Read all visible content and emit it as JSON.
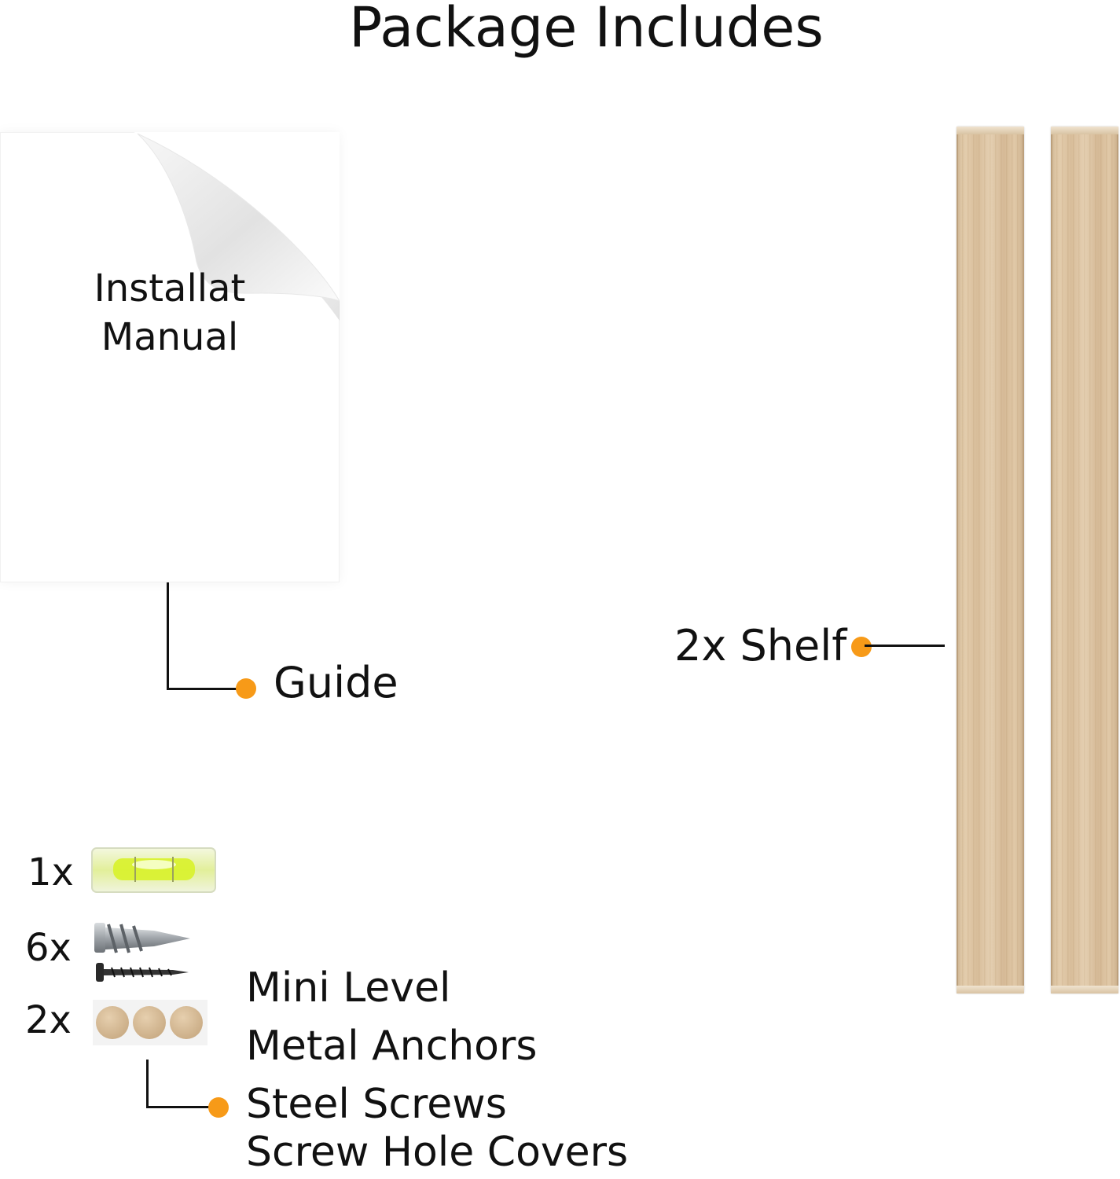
{
  "page": {
    "title": "Package Includes"
  },
  "manual": {
    "line1": "Installat",
    "line2": "Manual",
    "callout_label": "Guide"
  },
  "shelf": {
    "callout_label": "2x Shelf"
  },
  "hardware": {
    "quantities": [
      "1x",
      "6x",
      "2x"
    ],
    "labels": [
      "Mini Level",
      "Metal Anchors",
      "Steel Screws",
      "Screw Hole Covers"
    ]
  },
  "colors": {
    "accent_dot": "#f79a18",
    "level_liquid": "#d8f22a",
    "wood": "#dcc4a3"
  },
  "icons": [
    "page-curl-icon",
    "bubble-level-icon",
    "wall-anchor-icon",
    "screw-icon",
    "hole-cover-icon"
  ]
}
